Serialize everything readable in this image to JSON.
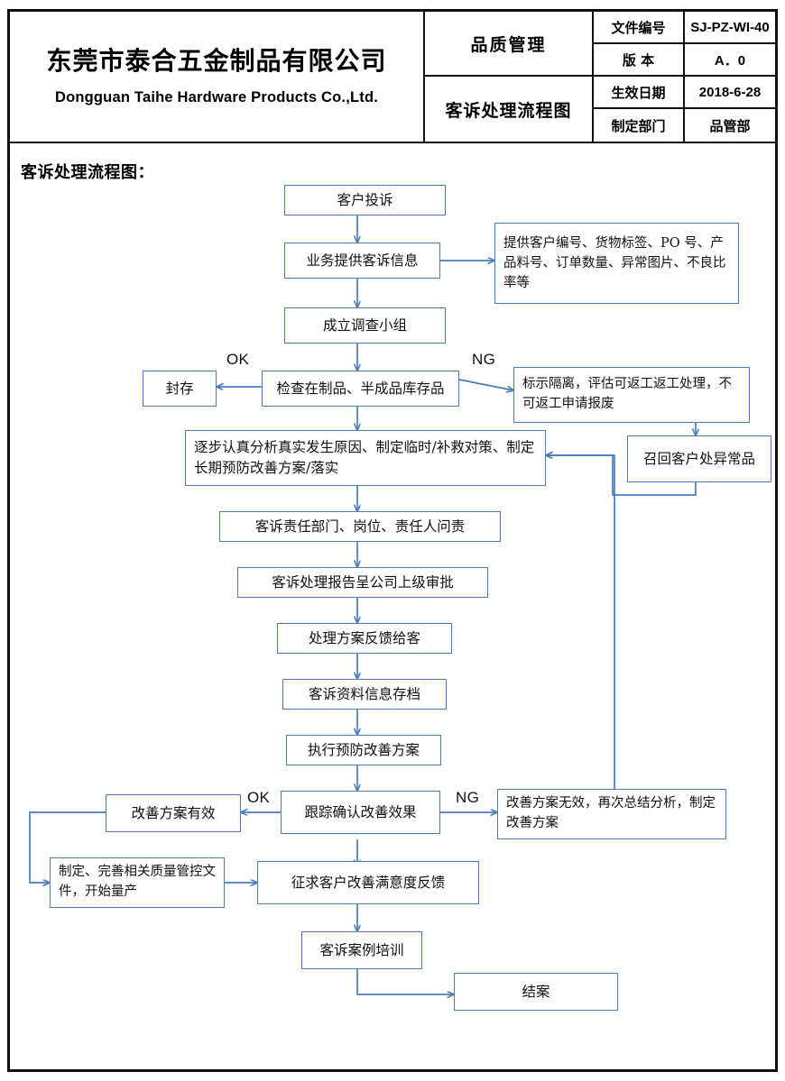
{
  "header": {
    "company_cn": "东莞市泰合五金制品有限公司",
    "company_en": "Dongguan Taihe Hardware Products Co.,Ltd.",
    "category": "品质管理",
    "doc_title": "客诉处理流程图",
    "fields": [
      {
        "label": "文件编号",
        "value": "SJ-PZ-WI-40"
      },
      {
        "label": "版    本",
        "value": "A．0"
      },
      {
        "label": "生效日期",
        "value": "2018-6-28"
      },
      {
        "label": "制定部门",
        "value": "品管部"
      }
    ]
  },
  "flow_title": "客诉处理流程图：",
  "accent_color": "#4a7ebb",
  "nodes": [
    {
      "id": "n1",
      "text": "客户投诉"
    },
    {
      "id": "n2",
      "text": "业务提供客诉信息"
    },
    {
      "id": "n3",
      "text": "提供客户编号、货物标签、PO 号、产品料号、订单数量、异常图片、不良比率等"
    },
    {
      "id": "n4",
      "text": "成立调查小组"
    },
    {
      "id": "n5",
      "text": "检查在制品、半成品库存品"
    },
    {
      "id": "n6",
      "text": "封存"
    },
    {
      "id": "n7",
      "text": "标示隔离，评估可返工返工处理，不可返工申请报废"
    },
    {
      "id": "n8",
      "text": "召回客户处异常品"
    },
    {
      "id": "n9",
      "text": "逐步认真分析真实发生原因、制定临时/补救对策、制定长期预防改善方案/落实"
    },
    {
      "id": "n10",
      "text": "客诉责任部门、岗位、责任人问责"
    },
    {
      "id": "n11",
      "text": "客诉处理报告呈公司上级审批"
    },
    {
      "id": "n12",
      "text": "处理方案反馈给客"
    },
    {
      "id": "n13",
      "text": "客诉资料信息存档"
    },
    {
      "id": "n14",
      "text": "执行预防改善方案"
    },
    {
      "id": "n15",
      "text": "跟踪确认改善效果"
    },
    {
      "id": "n16",
      "text": "改善方案有效"
    },
    {
      "id": "n17",
      "text": "改善方案无效，再次总结分析，制定改善方案"
    },
    {
      "id": "n18",
      "text": "制定、完善相关质量管控文件，开始量产"
    },
    {
      "id": "n19",
      "text": "征求客户改善满意度反馈"
    },
    {
      "id": "n20",
      "text": "客诉案例培训"
    },
    {
      "id": "n21",
      "text": "结案"
    }
  ],
  "edge_labels": [
    {
      "id": "ok1",
      "text": "OK"
    },
    {
      "id": "ng1",
      "text": "NG"
    },
    {
      "id": "ok2",
      "text": "OK"
    },
    {
      "id": "ng2",
      "text": "NG"
    }
  ]
}
